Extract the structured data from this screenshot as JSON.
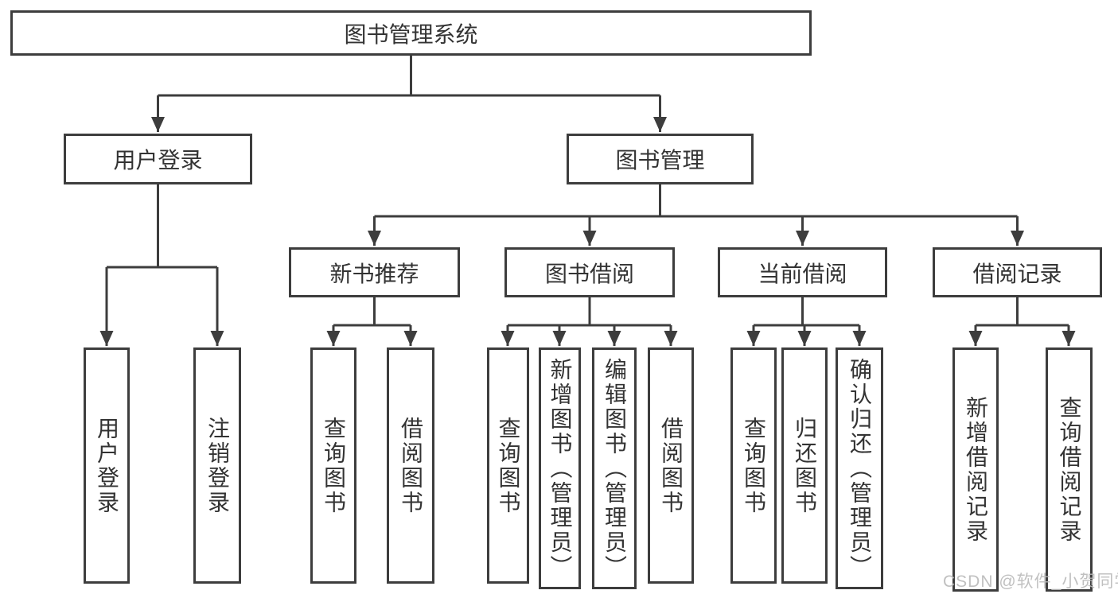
{
  "hierarchy": {
    "label": "图书管理系统",
    "children": [
      {
        "label": "用户登录",
        "children": [
          {
            "label": "用户登录"
          },
          {
            "label": "注销登录"
          }
        ]
      },
      {
        "label": "图书管理",
        "children": [
          {
            "label": "新书推荐",
            "children": [
              {
                "label": "查询图书"
              },
              {
                "label": "借阅图书"
              }
            ]
          },
          {
            "label": "图书借阅",
            "children": [
              {
                "label": "查询图书"
              },
              {
                "label": "新增图书（管理员）"
              },
              {
                "label": "编辑图书（管理员）"
              },
              {
                "label": "借阅图书"
              }
            ]
          },
          {
            "label": "当前借阅",
            "children": [
              {
                "label": "查询图书"
              },
              {
                "label": "归还图书"
              },
              {
                "label": "确认归还（管理员）"
              }
            ]
          },
          {
            "label": "借阅记录",
            "children": [
              {
                "label": "新增借阅记录"
              },
              {
                "label": "查询借阅记录"
              }
            ]
          }
        ]
      }
    ]
  },
  "watermark": {
    "text": "CSDN @软件_小贺同学"
  },
  "colors": {
    "line": "#3d3d3d",
    "box_border": "#3d3d3d",
    "text": "#333333",
    "watermark": "#b9b9b9",
    "background": "#ffffff"
  }
}
